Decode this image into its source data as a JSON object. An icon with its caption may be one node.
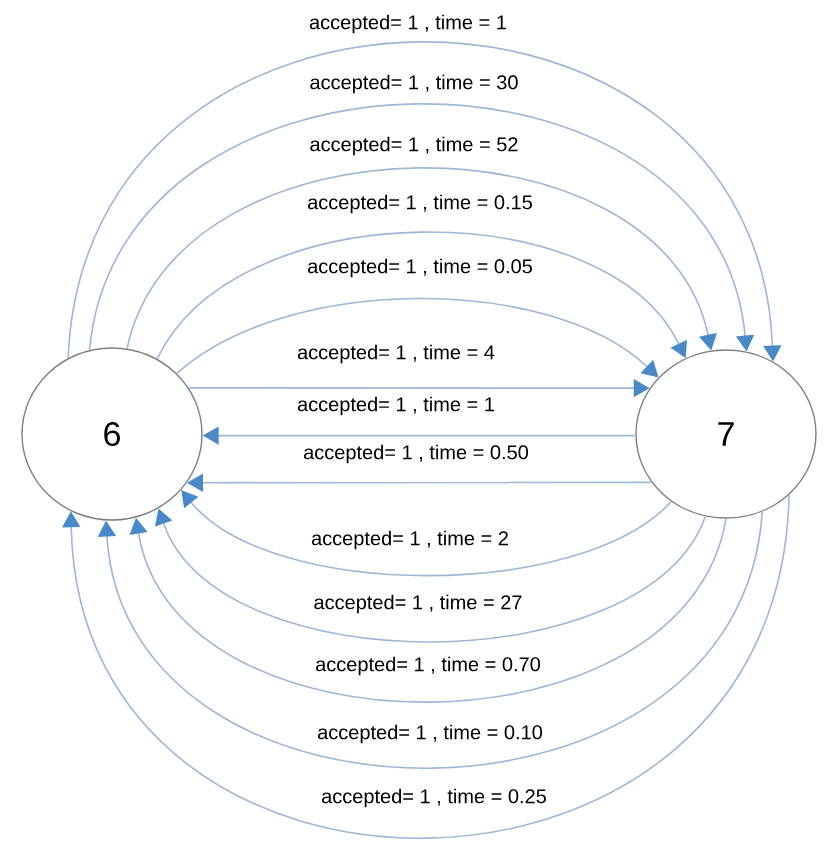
{
  "diagram": {
    "nodes": [
      {
        "text": [
          "6"
        ]
      },
      {
        "text": [
          "7"
        ]
      }
    ],
    "edges": [
      {
        "from": 0,
        "to": 1,
        "arrow": "to",
        "label": "accepted= 1 , time = 1"
      },
      {
        "from": 0,
        "to": 1,
        "arrow": "to",
        "label": "accepted= 1 , time = 30"
      },
      {
        "from": 0,
        "to": 1,
        "arrow": "to",
        "label": "accepted= 1 , time = 52"
      },
      {
        "from": 0,
        "to": 1,
        "arrow": "to",
        "label": "accepted= 1 , time = 0.15"
      },
      {
        "from": 0,
        "to": 1,
        "arrow": "to",
        "label": "accepted= 1 , time = 0.05"
      },
      {
        "from": 0,
        "to": 1,
        "arrow": "to",
        "label": "accepted= 1 , time = 4"
      },
      {
        "from": 1,
        "to": 0,
        "arrow": "to",
        "label": "accepted= 1 , time = 1"
      },
      {
        "from": 1,
        "to": 0,
        "arrow": "to",
        "label": "accepted= 1 , time = 0.50"
      },
      {
        "from": 1,
        "to": 0,
        "arrow": "to",
        "label": "accepted= 1 , time = 2"
      },
      {
        "from": 1,
        "to": 0,
        "arrow": "to",
        "label": "accepted= 1 , time = 27"
      },
      {
        "from": 1,
        "to": 0,
        "arrow": "to",
        "label": "accepted= 1 , time = 0.70"
      },
      {
        "from": 1,
        "to": 0,
        "arrow": "to",
        "label": "accepted= 1 , time = 0.10"
      },
      {
        "from": 1,
        "to": 0,
        "arrow": "to",
        "label": "accepted= 1 , time = 0.25"
      }
    ]
  }
}
